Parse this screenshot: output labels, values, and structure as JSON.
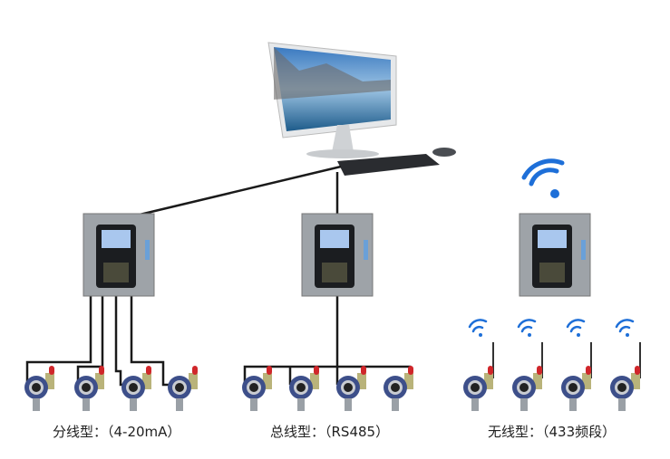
{
  "labels": {
    "branch": "分线型：（4-20mA）",
    "bus": "总线型：（RS485）",
    "wireless": "无线型：（433频段）"
  },
  "colors": {
    "wire": "#1a1a1a",
    "controller": "#9ea3a8",
    "wifi": "#1e6fd8",
    "sensor": "#3d4f8a",
    "alarm": "#d0262a"
  }
}
